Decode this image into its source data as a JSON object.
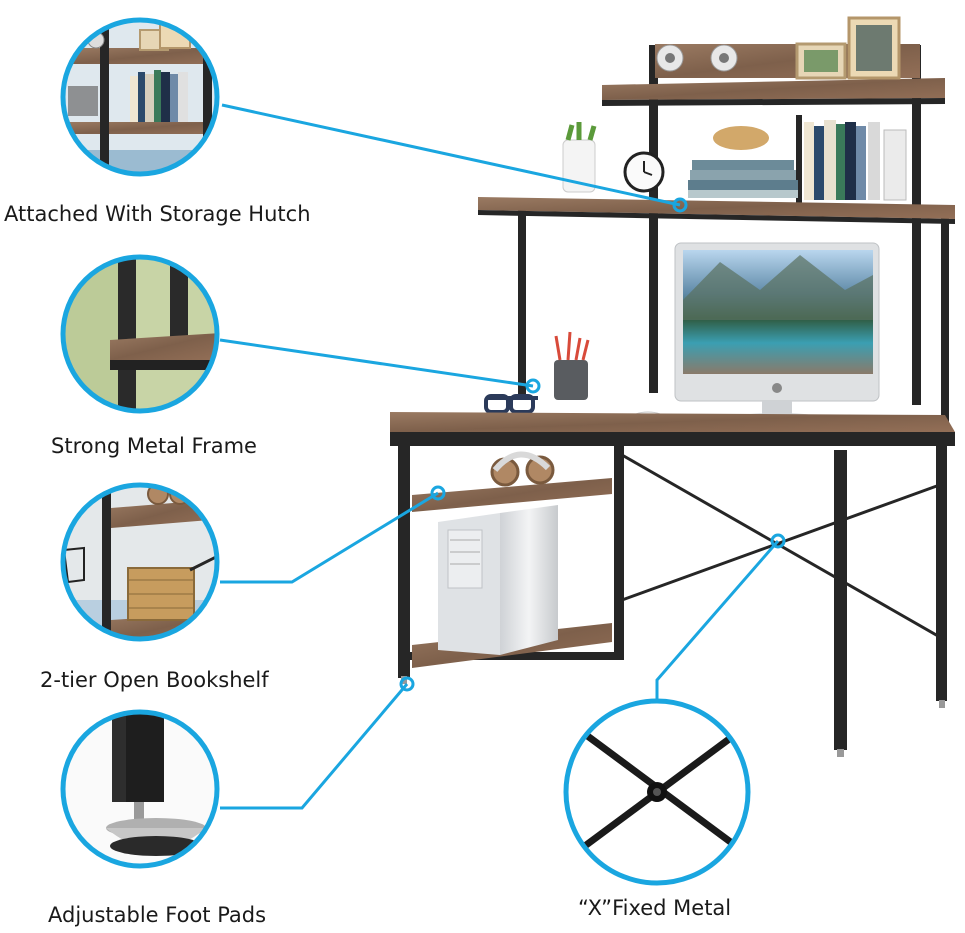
{
  "features": [
    {
      "id": "hutch",
      "label": "Attached With Storage Hutch",
      "icon": "hutch-closeup-icon"
    },
    {
      "id": "frame",
      "label": "Strong  Metal Frame",
      "icon": "metal-frame-closeup-icon"
    },
    {
      "id": "bookshelf",
      "label": "2-tier Open Bookshelf",
      "icon": "bookshelf-closeup-icon"
    },
    {
      "id": "footpads",
      "label": "Adjustable Foot Pads",
      "icon": "foot-pad-closeup-icon"
    },
    {
      "id": "xbrace",
      "label": "“X”Fixed Metal",
      "icon": "x-brace-closeup-icon"
    }
  ],
  "colors": {
    "callout_line": "#1aa6e0",
    "wood": "#8a6a52",
    "wood_dark": "#6e5240",
    "metal": "#262626",
    "background": "#ffffff"
  }
}
